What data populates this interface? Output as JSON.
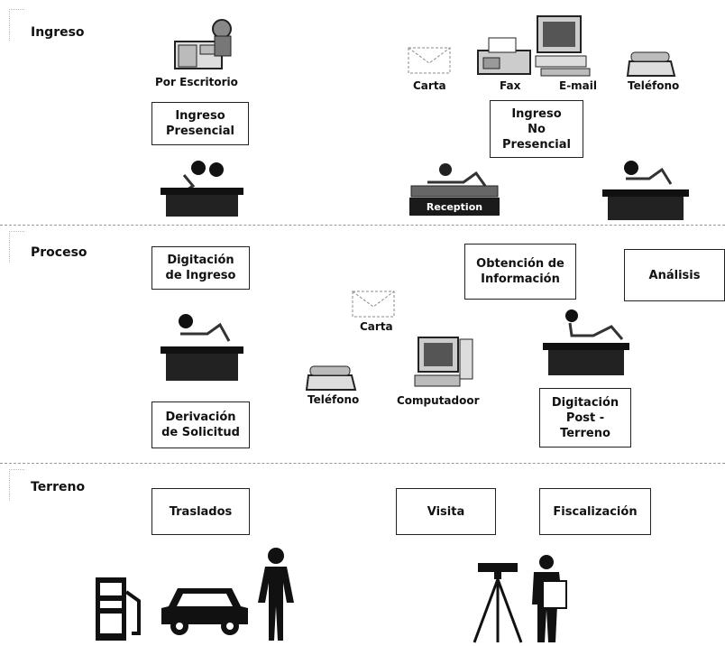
{
  "sections": {
    "ingreso": "Ingreso",
    "proceso": "Proceso",
    "terreno": "Terreno"
  },
  "ingreso": {
    "por_escritorio": "Por Escritorio",
    "carta": "Carta",
    "fax": "Fax",
    "email": "E-mail",
    "telefono": "Teléfono",
    "box_presencial": "Ingreso\nPresencial",
    "box_no_presencial": "Ingreso\nNo\nPresencial",
    "reception": "Reception"
  },
  "proceso": {
    "box_digitacion_ingreso": "Digitación\nde Ingreso",
    "box_obtencion": "Obtención de\nInformación",
    "box_analisis": "Análisis",
    "carta": "Carta",
    "telefono": "Teléfono",
    "computador": "Computadoor",
    "box_derivacion": "Derivación\nde Solicitud",
    "box_digitacion_post": "Digitación\nPost -\nTerreno"
  },
  "terreno": {
    "box_traslados": "Traslados",
    "box_visita": "Visita",
    "box_fiscalizacion": "Fiscalización"
  },
  "icons": [
    "desk-clerk-icon",
    "envelope-icon",
    "fax-icon",
    "computer-icon",
    "telephone-icon",
    "office-worker-icon",
    "reception-desk-icon",
    "gas-pump-icon",
    "car-icon",
    "person-icon",
    "surveyor-tripod-icon",
    "inspector-icon"
  ]
}
